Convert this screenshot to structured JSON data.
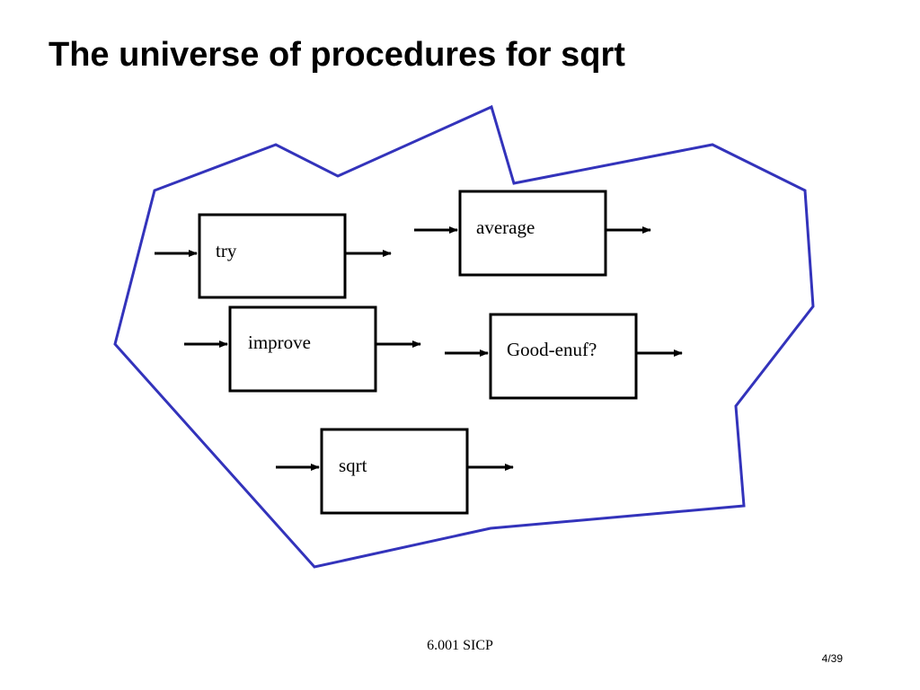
{
  "slide": {
    "title": "The universe of procedures for sqrt",
    "footer": "6.001 SICP",
    "page_number": "4/39"
  },
  "colors": {
    "universe_outline": "#3333bb",
    "box_stroke": "#000000",
    "background": "#ffffff"
  },
  "procedures": [
    {
      "id": "try",
      "label": "try"
    },
    {
      "id": "average",
      "label": "average"
    },
    {
      "id": "improve",
      "label": "improve"
    },
    {
      "id": "good-enuf",
      "label": "Good-enuf?"
    },
    {
      "id": "sqrt",
      "label": "sqrt"
    }
  ]
}
